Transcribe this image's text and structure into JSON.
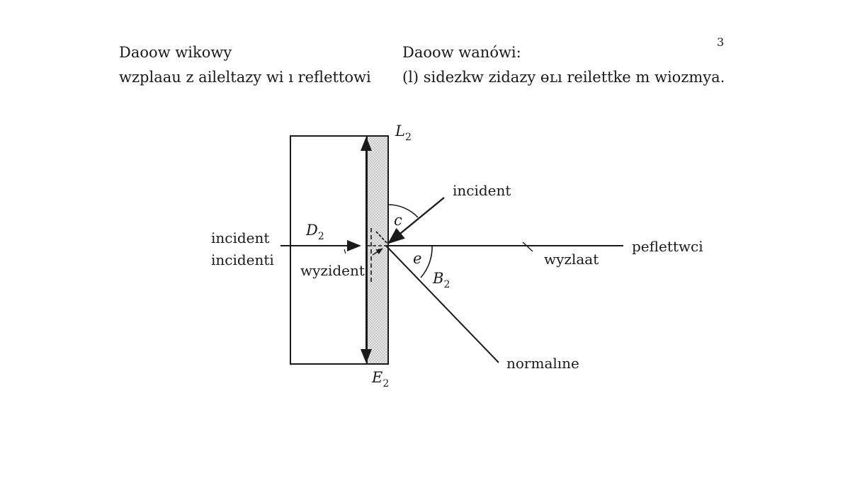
{
  "page_number": "3",
  "header": {
    "left_title": "Daoow wikowy",
    "left_subtitle": "wzplaau z aileltazy  wi ı reflettowi",
    "right_title": "Daoow wanówi:",
    "right_subtitle": "(l) sidezkw zidazy ɵʟı reilettke m wiozmya."
  },
  "diagram": {
    "labels": {
      "top_plate": "L",
      "top_plate_sub": "2",
      "bottom_plate": "E",
      "bottom_plate_sub": "2",
      "incident_ray": "incident",
      "left_incident_1": "incident",
      "left_incident_2": "incidenti",
      "d_label": "D",
      "d_sub": "2",
      "wyzident": "wyzident",
      "angle_c": "c",
      "angle_e": "e",
      "b_label": "B",
      "b_sub": "2",
      "reflected": "peflettwci",
      "wyzlaat": "wyzlaat",
      "normal": "normalıne"
    },
    "colors": {
      "stroke": "#1a1a1a",
      "plate_fill": "#d9d9d9"
    }
  }
}
